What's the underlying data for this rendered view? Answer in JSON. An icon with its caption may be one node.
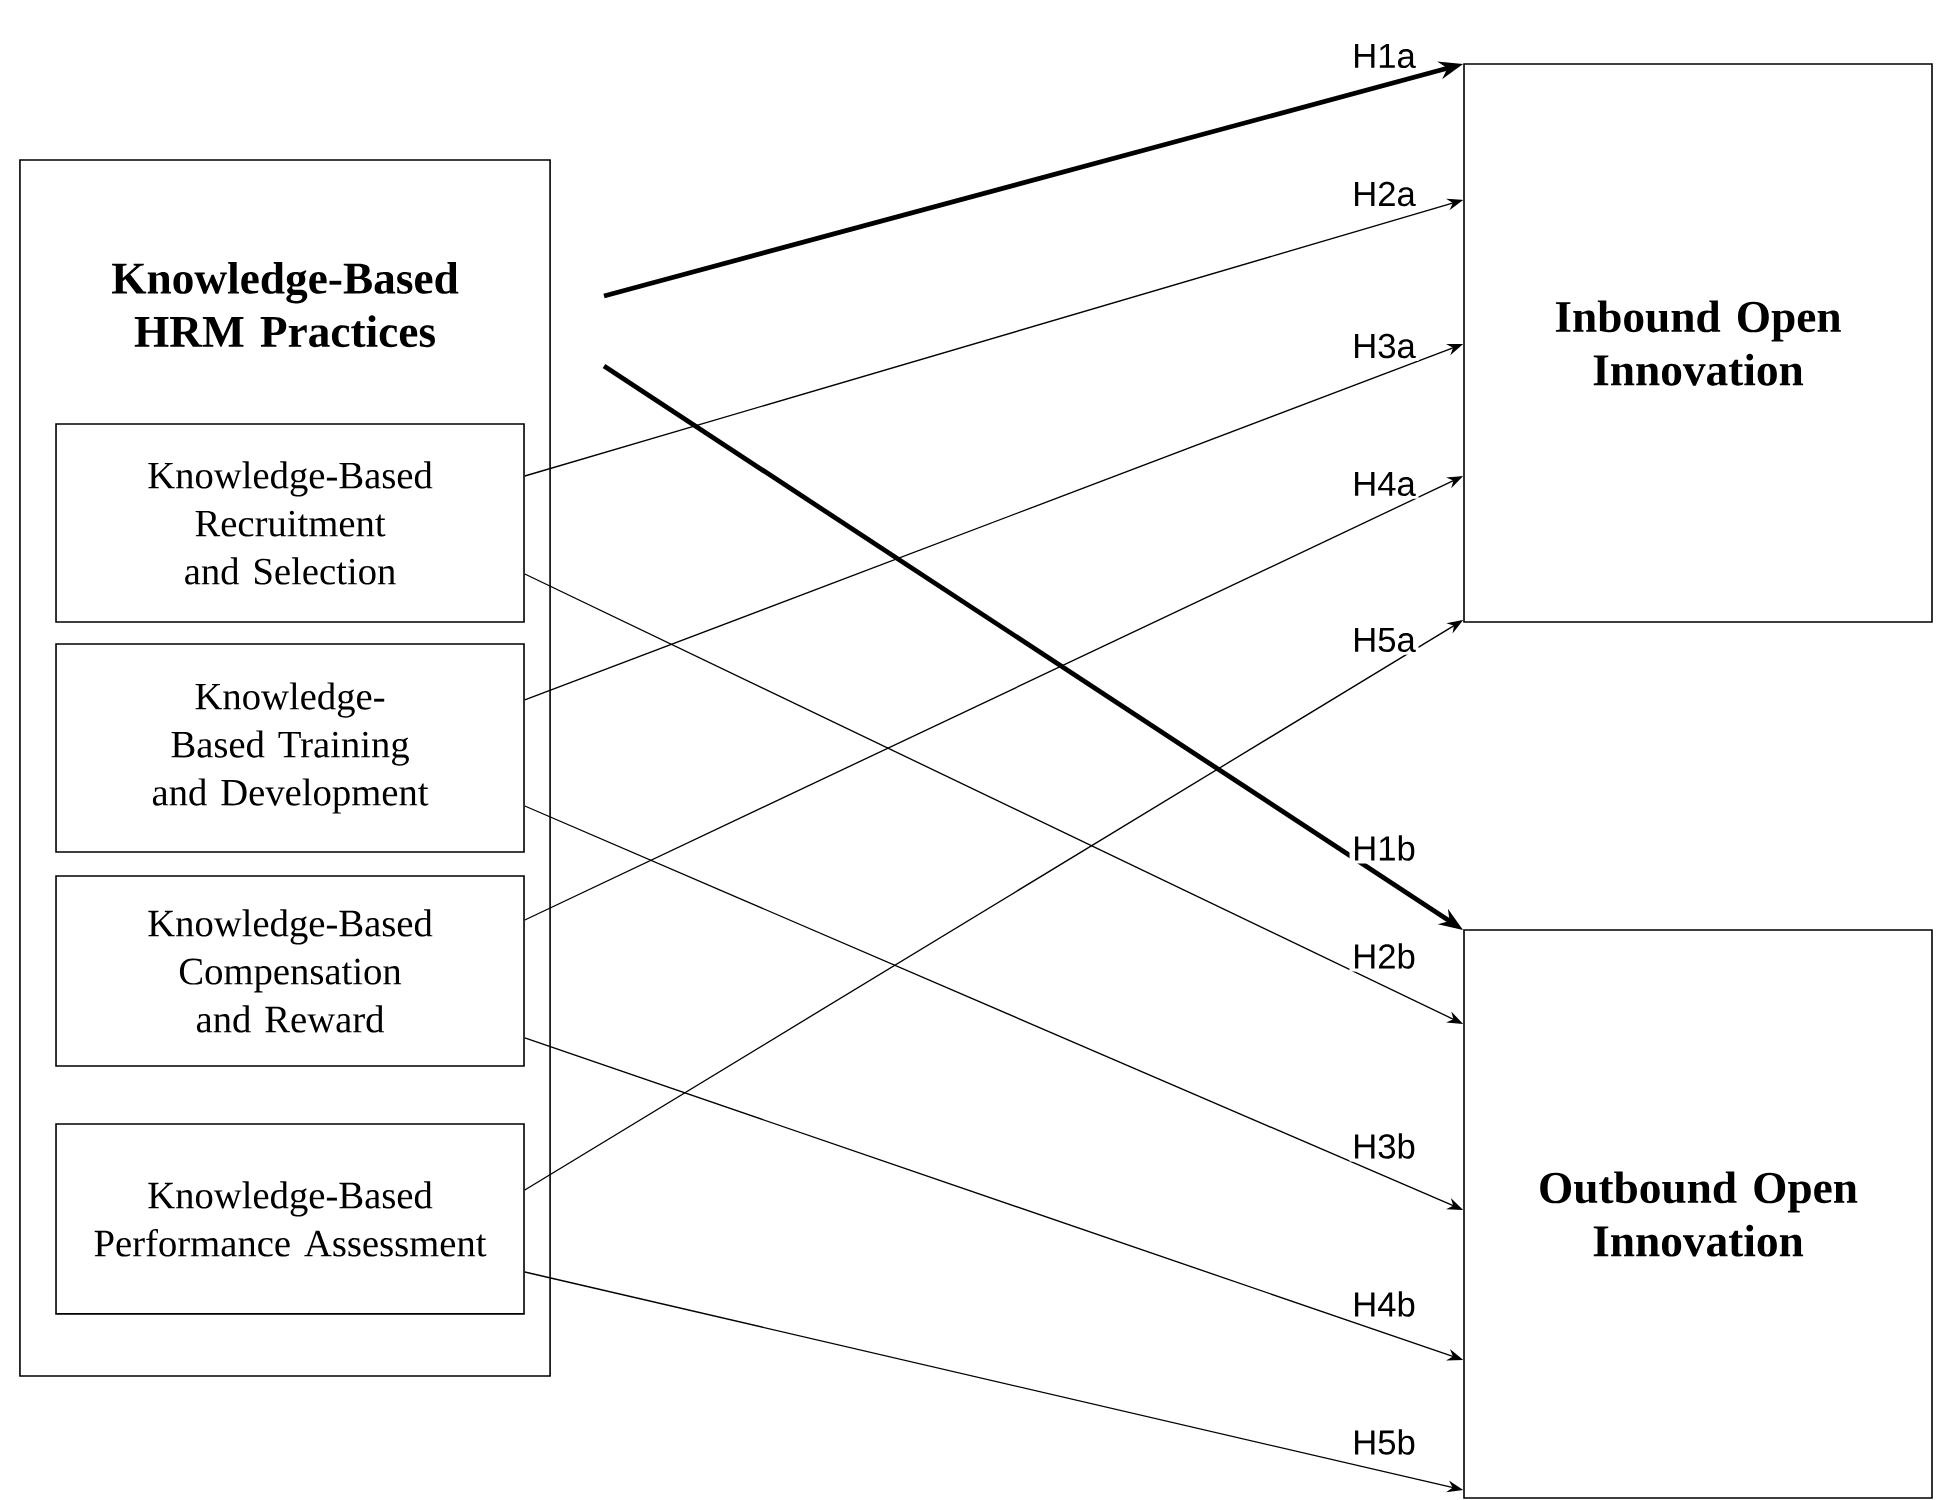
{
  "diagram": {
    "nodes": [
      {
        "text": [
          "Knowledge-Based HRM Practices"
        ]
      },
      {
        "text": [
          "Knowledge-Based Recruitment and Selection"
        ],
        "in": 0
      },
      {
        "text": [
          "Knowledge-Based Training and Development"
        ],
        "in": 0
      },
      {
        "text": [
          "Knowledge-Based Compensation and Reward"
        ],
        "in": 0
      },
      {
        "text": [
          "Knowledge-Based Performance Assessment"
        ],
        "in": 0
      },
      {
        "text": [
          "Inbound Open Innovation"
        ]
      },
      {
        "text": [
          "Outbound Open Innovation"
        ]
      }
    ],
    "edges": [
      {
        "from": 0,
        "to": 5,
        "arrow": "to",
        "label": "H1a",
        "style": "thick"
      },
      {
        "from": 1,
        "to": 5,
        "arrow": "to",
        "label": "H2a"
      },
      {
        "from": 2,
        "to": 5,
        "arrow": "to",
        "label": "H3a"
      },
      {
        "from": 3,
        "to": 5,
        "arrow": "to",
        "label": "H4a"
      },
      {
        "from": 4,
        "to": 5,
        "arrow": "to",
        "label": "H5a"
      },
      {
        "from": 0,
        "to": 6,
        "arrow": "to",
        "label": "H1b",
        "style": "thick"
      },
      {
        "from": 1,
        "to": 6,
        "arrow": "to",
        "label": "H2b"
      },
      {
        "from": 2,
        "to": 6,
        "arrow": "to",
        "label": "H3b"
      },
      {
        "from": 3,
        "to": 6,
        "arrow": "to",
        "label": "H4b"
      },
      {
        "from": 4,
        "to": 6,
        "arrow": "to",
        "label": "H5b"
      }
    ]
  }
}
